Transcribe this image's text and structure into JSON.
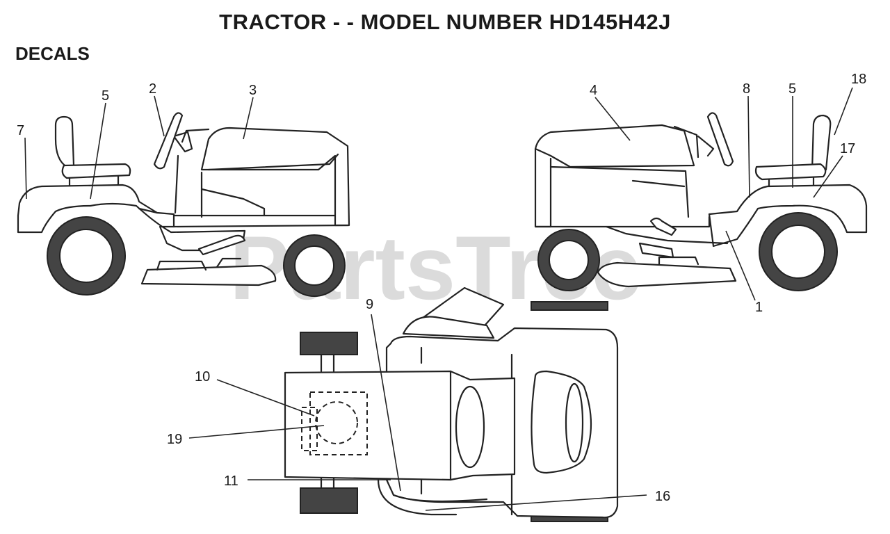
{
  "title": "TRACTOR - - MODEL NUMBER HD145H42J",
  "section": "DECALS",
  "watermark": "PartsTree",
  "callouts": {
    "c1": "1",
    "c2": "2",
    "c3": "3",
    "c4": "4",
    "c5a": "5",
    "c5b": "5",
    "c7": "7",
    "c8": "8",
    "c9": "9",
    "c10": "10",
    "c11": "11",
    "c16": "16",
    "c17": "17",
    "c18": "18",
    "c19": "19"
  }
}
